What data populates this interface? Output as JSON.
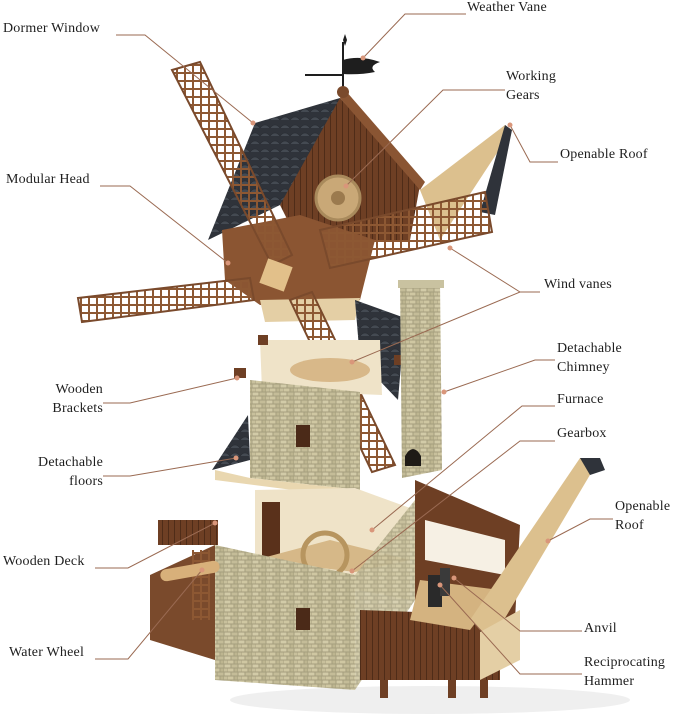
{
  "diagram": {
    "subject": "Exploded windmill model",
    "colors": {
      "leader_line": "#9a6a52",
      "leader_dot": "#d9967a",
      "label_text": "#1e1e1e",
      "wood_dark": "#7a4a2c",
      "wood_mid": "#96603a",
      "wood_light": "#d8b07a",
      "roof_slate": "#3a3e45",
      "stone": "#b8b292",
      "plaster": "#efe3c8"
    },
    "labels": {
      "weather_vane": {
        "line1": "Weather Vane"
      },
      "dormer_window": {
        "line1": "Dormer Window"
      },
      "working_gears": {
        "line1": "Working",
        "line2": "Gears"
      },
      "openable_roof_top": {
        "line1": "Openable Roof"
      },
      "modular_head": {
        "line1": "Modular Head"
      },
      "wind_vanes": {
        "line1": "Wind vanes"
      },
      "detachable_chimney": {
        "line1": "Detachable",
        "line2": "Chimney"
      },
      "wooden_brackets": {
        "line1": "Wooden",
        "line2": "Brackets"
      },
      "furnace": {
        "line1": "Furnace"
      },
      "gearbox": {
        "line1": "Gearbox"
      },
      "detachable_floors": {
        "line1": "Detachable",
        "line2": "floors"
      },
      "openable_roof_bottom": {
        "line1": "Openable",
        "line2": "Roof"
      },
      "wooden_deck": {
        "line1": "Wooden Deck"
      },
      "anvil": {
        "line1": "Anvil"
      },
      "water_wheel": {
        "line1": "Water Wheel"
      },
      "reciprocating_hammer": {
        "line1": "Reciprocating",
        "line2": "Hammer"
      }
    }
  }
}
